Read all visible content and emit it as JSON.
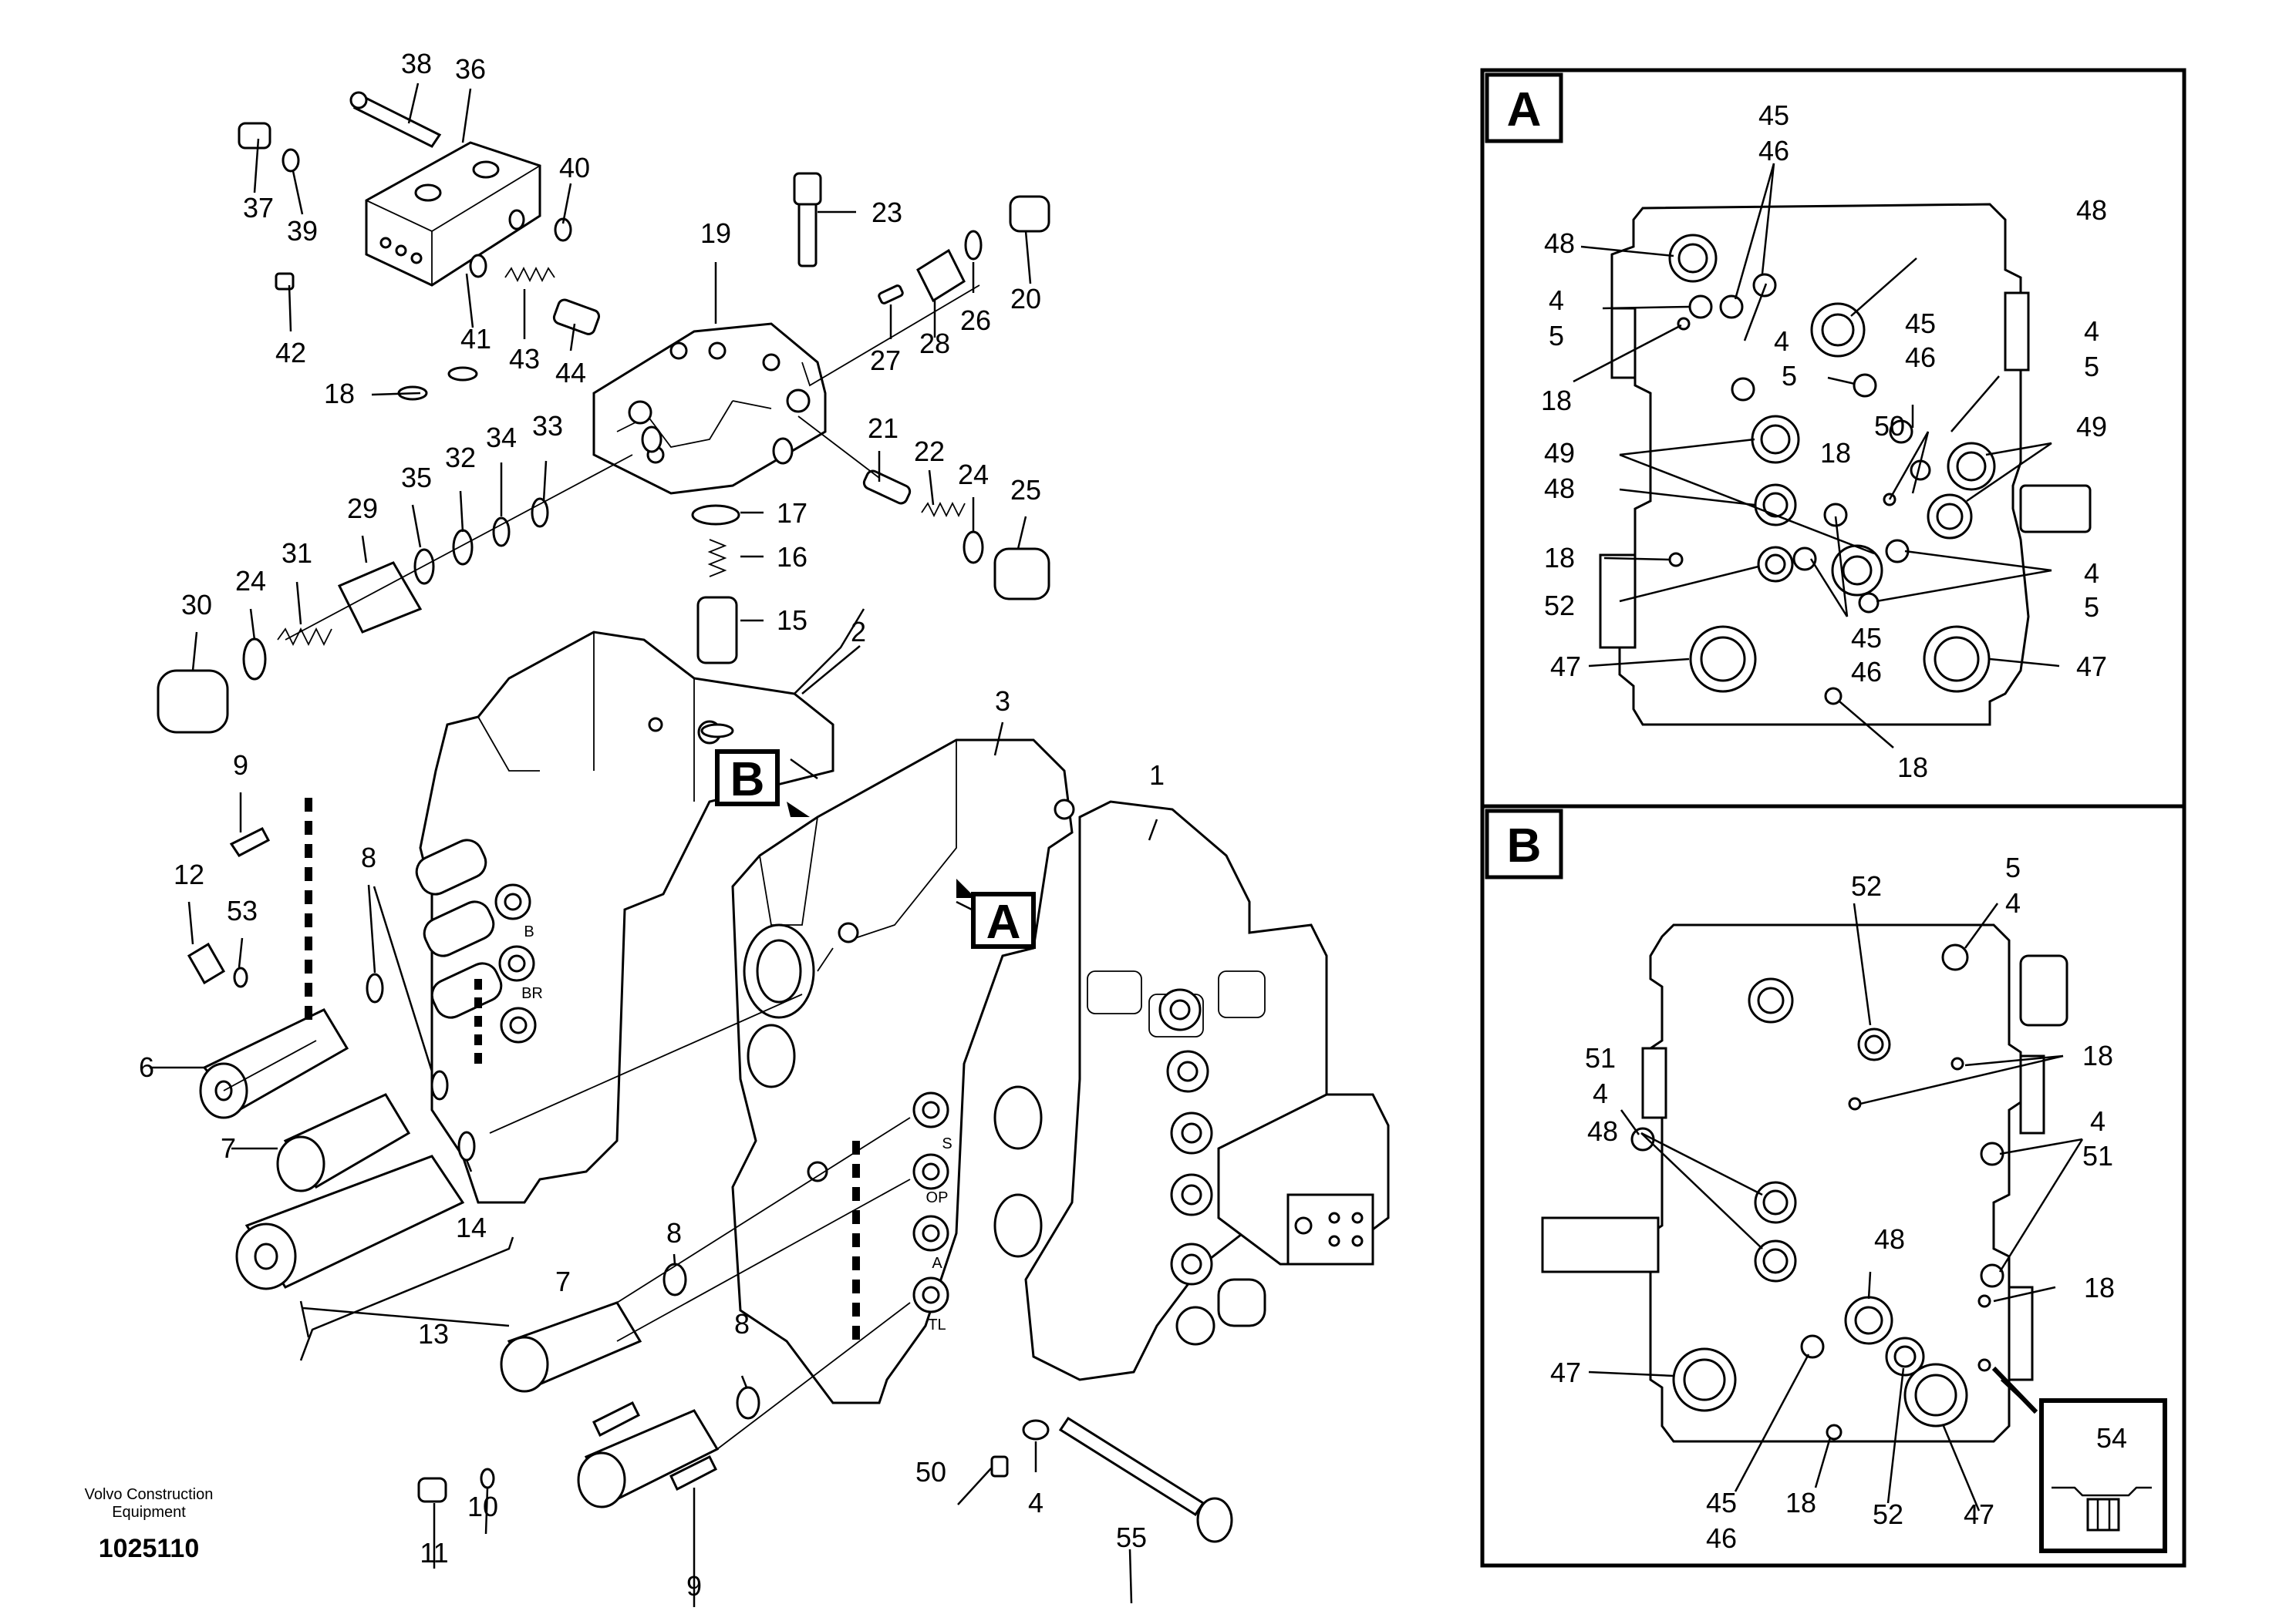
{
  "footer": {
    "company_line1": "Volvo Construction",
    "company_line2": "Equipment",
    "drawing_number": "1025110"
  },
  "detail_a": {
    "letter": "A"
  },
  "detail_b": {
    "letter": "B"
  },
  "callout_a": "A",
  "callout_b": "B",
  "labels": {
    "n1": "1",
    "n2": "2",
    "n3": "3",
    "n4": "4",
    "n6": "6",
    "n7a": "7",
    "n7b": "7",
    "n8a": "8",
    "n8b": "8",
    "n8c": "8",
    "n9a": "9",
    "n9b": "9",
    "n10": "10",
    "n11": "11",
    "n12": "12",
    "n13": "13",
    "n14": "14",
    "n15": "15",
    "n16": "16",
    "n17": "17",
    "n18a": "18",
    "n19": "19",
    "n20": "20",
    "n21": "21",
    "n22": "22",
    "n23": "23",
    "n24a": "24",
    "n24b": "24",
    "n25": "25",
    "n26": "26",
    "n27": "27",
    "n28": "28",
    "n29": "29",
    "n30": "30",
    "n31": "31",
    "n32": "32",
    "n33": "33",
    "n34": "34",
    "n35": "35",
    "n36": "36",
    "n37": "37",
    "n38": "38",
    "n39": "39",
    "n40": "40",
    "n41": "41",
    "n42": "42",
    "n43": "43",
    "n44": "44",
    "n50": "50",
    "n53": "53",
    "n55": "55"
  },
  "valve_marks": [
    "B",
    "BR",
    "OP",
    "A",
    "TL"
  ],
  "a_labels": {
    "a45a": "45",
    "a46a": "46",
    "a48a": "48",
    "a48b": "48",
    "a4a": "4",
    "a5a": "5",
    "a4b": "4",
    "a5b": "5",
    "a18a": "18",
    "a45b": "45",
    "a46b": "46",
    "a4c": "4",
    "a5c": "5",
    "a49a": "49",
    "a49b": "49",
    "a18b": "18",
    "a50": "50",
    "a48c": "48",
    "a18c": "18",
    "a52": "52",
    "a4d": "4",
    "a5d": "5",
    "a45c": "45",
    "a46c": "46",
    "a47a": "47",
    "a47b": "47",
    "a18d": "18"
  },
  "b_labels": {
    "b52a": "52",
    "b5": "5",
    "b4a": "4",
    "b51a": "51",
    "b4b": "4",
    "b18a": "18",
    "b48a": "48",
    "b4c": "4",
    "b51b": "51",
    "b48b": "48",
    "b18b": "18",
    "b47a": "47",
    "b45": "45",
    "b46": "46",
    "b18c": "18",
    "b52b": "52",
    "b47b": "47",
    "b54": "54"
  }
}
